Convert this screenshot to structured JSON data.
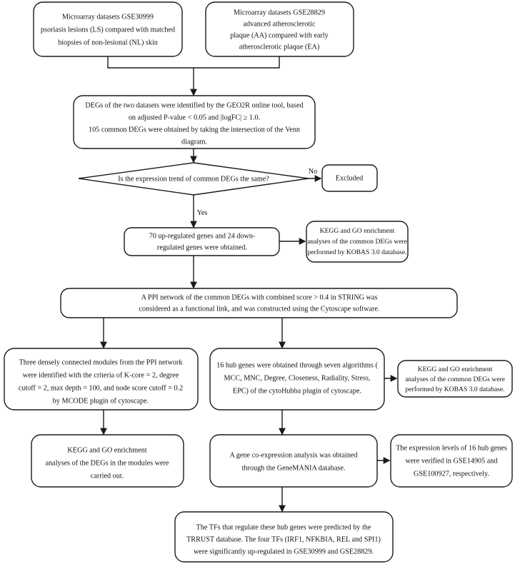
{
  "diagram": {
    "title": "Study workflow flowchart",
    "type": "flowchart",
    "stroke_color": "#1a1a1a",
    "fill_color": "#ffffff",
    "text_color": "#111111"
  },
  "nodes": {
    "dataset_gse30999": {
      "shape": "rounded-rect",
      "lines": [
        "Microarray datasets GSE30999",
        "psoriasis lesions (LS) compared with matched",
        "biopsies of non-lesional (NL) skin"
      ]
    },
    "dataset_gse28829": {
      "shape": "rounded-rect",
      "lines": [
        "Microarray datasets GSE28829",
        "advanced atherosclerotic",
        "plaque (AA) compared with early",
        "atherosclerotic plaque (EA)"
      ]
    },
    "degs_identification": {
      "shape": "rounded-rect",
      "lines": [
        "DEGs of the two datasets were identified by the GEO2R online tool, based",
        "on adjusted P-value < 0.05 and |logFC| ≥ 1.0.",
        "105 common DEGs were obtained by taking the intersection of the Venn",
        "diagram."
      ]
    },
    "decision_expression_trend": {
      "shape": "diamond",
      "lines": [
        "Is the expression trend of common DEGs the same?"
      ]
    },
    "excluded": {
      "shape": "rounded-rect",
      "lines": [
        "Excluded"
      ]
    },
    "regulated_genes": {
      "shape": "rounded-rect",
      "lines": [
        "70 up-regulated genes and 24 down-",
        "regulated genes were obtained."
      ]
    },
    "kegg_go_common_degs_top": {
      "shape": "rounded-rect",
      "lines": [
        "KEGG and GO enrichment",
        "analyses of the common DEGs were",
        "performed by KOBAS 3.0 database."
      ]
    },
    "ppi_network": {
      "shape": "rounded-rect",
      "lines": [
        "A PPI network of the common DEGs with combined score > 0.4 in STRING was",
        "considered as a functional link, and was constructed using the Cytoscape software."
      ]
    },
    "mcode_modules": {
      "shape": "rounded-rect",
      "lines": [
        "Three densely connected modules from the PPI network",
        "were identified with the criteria of K-core = 2, degree",
        "cutoff = 2, max depth = 100, and node score cutoff = 0.2",
        "by MCODE plugin of cytoscape."
      ]
    },
    "hub_genes_cytohubba": {
      "shape": "rounded-rect",
      "lines": [
        "16 hub genes were obtained through seven algorithms (",
        "MCC, MNC, Degree, Closeness, Radiality, Stress,",
        "EPC) of the cytoHubba plugin of cytoscape."
      ]
    },
    "kegg_go_common_degs_right": {
      "shape": "rounded-rect",
      "lines": [
        "KEGG and GO enrichment",
        "analyses of the common DEGs were",
        "performed by KOBAS 3.0 database."
      ]
    },
    "kegg_go_modules": {
      "shape": "rounded-rect",
      "lines": [
        "KEGG and GO enrichment",
        "analyses of the DEGs in the modules were",
        "carried out."
      ]
    },
    "genemania": {
      "shape": "rounded-rect",
      "lines": [
        "A gene co-expression analysis was obtained",
        "through the GeneMANIA database."
      ]
    },
    "expression_validation": {
      "shape": "rounded-rect",
      "lines": [
        "The expression levels of 16 hub genes",
        "were verified in GSE14905 and",
        "GSE100927, respectively."
      ]
    },
    "trrust_tfs": {
      "shape": "rounded-rect",
      "lines": [
        "The TFs that regulate these hub genes were predicted by the",
        "TRRUST database. The four TFs (IRF1, NFKBIA, REL and SPI1)",
        "were significantly up-regulated in GSE30999 and GSE28829."
      ]
    }
  },
  "edge_labels": {
    "no": "No",
    "yes": "Yes"
  }
}
